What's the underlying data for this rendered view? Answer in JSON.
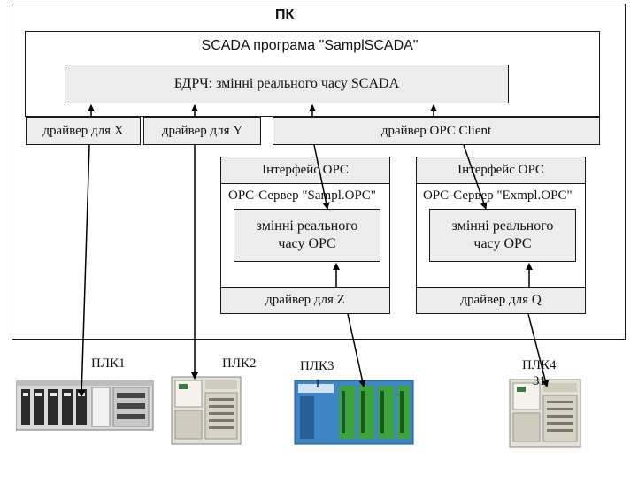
{
  "pc": {
    "label": "ПК"
  },
  "scada": {
    "title": "SCADA програма \"SamplSCADA\"",
    "db_label": "БДРЧ: змінні реального часу SCADA",
    "drivers": {
      "x": "драйвер для X",
      "y": "драйвер для Y",
      "opc_client": "драйвер OPC Client"
    }
  },
  "opc_servers": [
    {
      "interface": "Інтерфейс  OPC",
      "name": "OPC-Сервер \"Sampl.OPC\"",
      "vars_line1": "змінні реального",
      "vars_line2": "часу OPC",
      "driver": "драйвер для Z"
    },
    {
      "interface": "Інтерфейс  OPC",
      "name": "OPC-Сервер \"Exmpl.OPC\"",
      "vars_line1": "змінні реального",
      "vars_line2": "часу OPC",
      "driver": "драйвер для Q"
    }
  ],
  "plcs": [
    {
      "label": "ПЛК1"
    },
    {
      "label": "ПЛК2"
    },
    {
      "label": "ПЛК3",
      "sub": "1"
    },
    {
      "label": "ПЛК4",
      "sub": "31"
    }
  ]
}
